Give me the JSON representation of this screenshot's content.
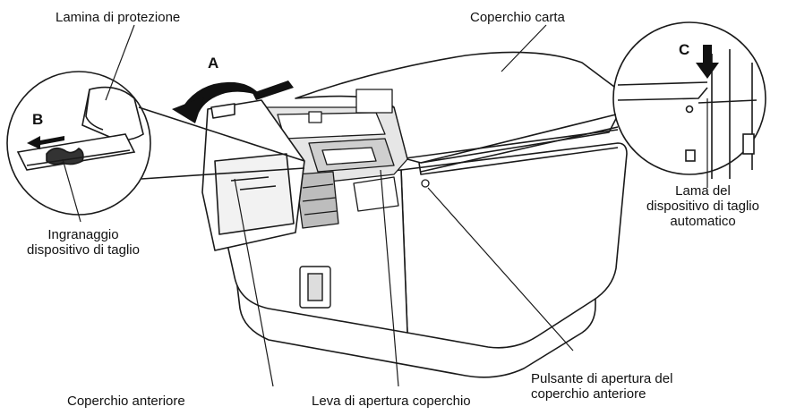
{
  "labels": {
    "protection_sheet": "Lamina di protezione",
    "paper_cover": "Coperchio carta",
    "cutter_gear_line1": "Ingranaggio",
    "cutter_gear_line2": "dispositivo di taglio",
    "autocutter_blade_line1": "Lama del",
    "autocutter_blade_line2": "dispositivo di taglio",
    "autocutter_blade_line3": "automatico",
    "front_cover_open_button_line1": "Pulsante di apertura del",
    "front_cover_open_button_line2": "coperchio anteriore",
    "front_cover": "Coperchio anteriore",
    "cover_open_lever": "Leva di apertura coperchio"
  },
  "markers": {
    "a": "A",
    "b": "B",
    "c": "C"
  },
  "colors": {
    "line": "#1a1a1a",
    "fill": "#ffffff",
    "shade": "#d9d9d9",
    "arrow": "#111111"
  }
}
